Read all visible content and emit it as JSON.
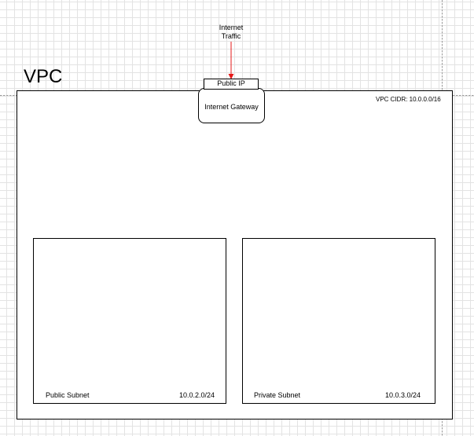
{
  "diagram": {
    "internet_traffic": {
      "label_line1": "Internet",
      "label_line2": "Traffic"
    },
    "vpc": {
      "title": "VPC",
      "cidr_label": "VPC CIDR: 10.0.0.0/16"
    },
    "public_ip": {
      "label": "Public IP"
    },
    "internet_gateway": {
      "label": "Internet Gateway"
    },
    "public_subnet": {
      "name": "Public Subnet",
      "cidr": "10.0.2.0/24"
    },
    "private_subnet": {
      "name": "Private Subnet",
      "cidr": "10.0.3.0/24"
    },
    "colors": {
      "arrow": "#e51a1a",
      "stroke": "#000000",
      "grid": "#e3e3e3"
    }
  }
}
